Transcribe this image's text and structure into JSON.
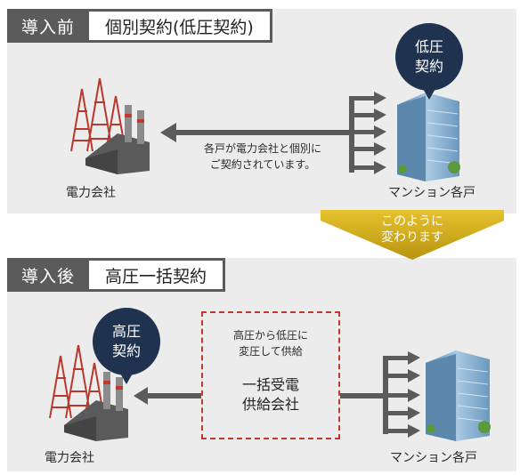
{
  "before": {
    "tag_left": "導入前",
    "tag_right": "個別契約(低圧契約)",
    "bubble_line1": "低圧",
    "bubble_line2": "契約",
    "note_line1": "各戸が電力会社と個別に",
    "note_line2": "ご契約されています。",
    "company_label": "電力会社",
    "apartment_label": "マンション各戸"
  },
  "transition": {
    "line1": "このように",
    "line2": "変わります"
  },
  "after": {
    "tag_left": "導入後",
    "tag_right": "高圧一括契約",
    "bubble_line1": "高圧",
    "bubble_line2": "契約",
    "box_small_line1": "高圧から低圧に",
    "box_small_line2": "変圧して供給",
    "box_big_line1": "一括受電",
    "box_big_line2": "供給会社",
    "company_label": "電力会社",
    "apartment_label": "マンション各戸"
  },
  "colors": {
    "panel": "#ececec",
    "tag_dark": "#5b5b5b",
    "bubble": "#1f3350",
    "dash": "#c0392b",
    "chevron": "#c8a415",
    "tower": "#b8382c",
    "building": "#7aa6c9"
  }
}
